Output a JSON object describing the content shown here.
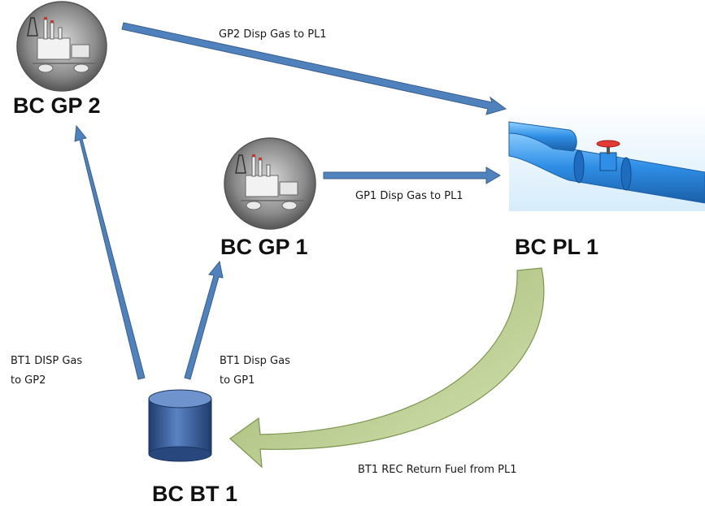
{
  "nodes": {
    "gp2": {
      "label": "BC GP 2",
      "icon": "gas-plant-icon"
    },
    "gp1": {
      "label": "BC GP 1",
      "icon": "gas-plant-icon"
    },
    "pl1": {
      "label": "BC PL 1",
      "icon": "pipeline-icon"
    },
    "bt1": {
      "label": "BC BT 1",
      "icon": "storage-tank-icon"
    }
  },
  "edges": {
    "gp2_to_pl1": {
      "label": "GP2 Disp Gas to PL1"
    },
    "gp1_to_pl1": {
      "label": "GP1 Disp Gas to PL1"
    },
    "bt1_to_gp2": {
      "label_line1": "BT1 DISP Gas",
      "label_line2": "to GP2"
    },
    "bt1_to_gp1": {
      "label_line1": "BT1 Disp Gas",
      "label_line2": "to GP1"
    },
    "pl1_to_bt1": {
      "label": "BT1 REC Return Fuel from PL1"
    }
  },
  "colors": {
    "arrow_fill": "#4f81bd",
    "arrow_stroke": "#3a5f8f",
    "return_arrow_fill": "#c3d69b",
    "return_arrow_stroke": "#7f9550",
    "plant_circle": "#8c8c8c",
    "tank": "#2f5597",
    "pipe": "#2e86de"
  }
}
